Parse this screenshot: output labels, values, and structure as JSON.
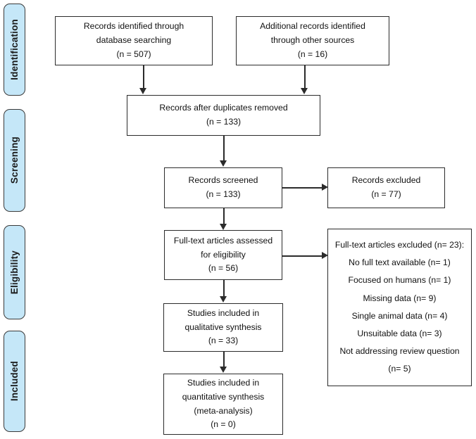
{
  "diagram": {
    "type": "prisma-flow-diagram",
    "stages": [
      {
        "id": "identification",
        "label": "Identification"
      },
      {
        "id": "screening",
        "label": "Screening"
      },
      {
        "id": "eligibility",
        "label": "Eligibility"
      },
      {
        "id": "included",
        "label": "Included"
      }
    ],
    "boxes": [
      {
        "id": "records-identified",
        "lines": [
          "Records identified through",
          "database searching",
          "(n = 507)"
        ],
        "n": 507
      },
      {
        "id": "additional-records",
        "lines": [
          "Additional records identified",
          "through other sources",
          "(n = 16)"
        ],
        "n": 16
      },
      {
        "id": "records-after-duplicates",
        "lines": [
          "Records after duplicates removed",
          "(n = 133)"
        ],
        "n": 133
      },
      {
        "id": "records-screened",
        "lines": [
          "Records screened",
          "(n = 133)"
        ],
        "n": 133
      },
      {
        "id": "records-excluded",
        "lines": [
          "Records excluded",
          "(n = 77)"
        ],
        "n": 77
      },
      {
        "id": "full-text-assessed",
        "lines": [
          "Full-text articles assessed",
          "for eligibility",
          "(n = 56)"
        ],
        "n": 56
      },
      {
        "id": "studies-qualitative",
        "lines": [
          "Studies included in",
          "qualitative synthesis",
          "(n = 33)"
        ],
        "n": 33
      },
      {
        "id": "studies-quantitative",
        "lines": [
          "Studies included in",
          "quantitative synthesis",
          "(meta-analysis)",
          "(n = 0)"
        ],
        "n": 0
      }
    ],
    "exclusions": {
      "id": "full-text-excluded",
      "heading": "Full-text articles excluded (n= 23):",
      "total": 23,
      "reasons": [
        {
          "label": "No full text available (n= 1)",
          "n": 1
        },
        {
          "label": "Focused on humans (n= 1)",
          "n": 1
        },
        {
          "label": "Missing data (n= 9)",
          "n": 9
        },
        {
          "label": "Single animal data (n= 4)",
          "n": 4
        },
        {
          "label": "Unsuitable data (n= 3)",
          "n": 3
        },
        {
          "label": "Not addressing review question",
          "n": 5
        },
        {
          "label": "(n= 5)",
          "n": 5
        }
      ]
    },
    "colors": {
      "stage_fill": "#c5e7f8",
      "stage_border": "#3a3a3a",
      "box_border": "#2b2b2b",
      "text": "#111111",
      "background": "#ffffff"
    }
  }
}
